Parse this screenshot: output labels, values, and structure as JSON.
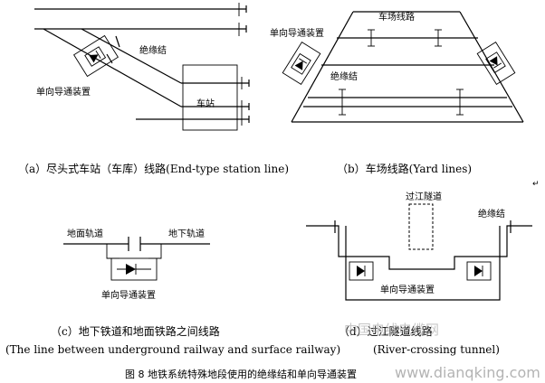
{
  "panel_a": {
    "device_label": "单向导通装置",
    "joint_label": "绝缘结",
    "station_label": "车站",
    "caption": "（a）尽头式车站（车库）线路(End-type station line)"
  },
  "panel_b": {
    "yard_label": "车场线路",
    "device_label": "单向导通装置",
    "joint_label": "绝缘结",
    "caption": "（b）车场线路(Yard lines)"
  },
  "panel_c": {
    "surface_label": "地面轨道",
    "underground_label": "地下轨道",
    "device_label": "单向导通装置",
    "caption_cn": "（c）地下铁道和地面铁路之间线路",
    "caption_en": "(The line between underground railway and surface railway)"
  },
  "panel_d": {
    "tunnel_label": "过江隧道",
    "joint_label": "绝缘结",
    "device_label": "单向导通装置",
    "caption_cn": "（d）过江隧道线路",
    "caption_en": "(River-crossing tunnel)"
  },
  "figure_caption": "图 8  地铁系统特殊地段使用的绝缘结和单向导通装置",
  "watermark": "中国电线电缆网",
  "watermark_url": "www.dianqking.com",
  "cursor_mark": "↵"
}
